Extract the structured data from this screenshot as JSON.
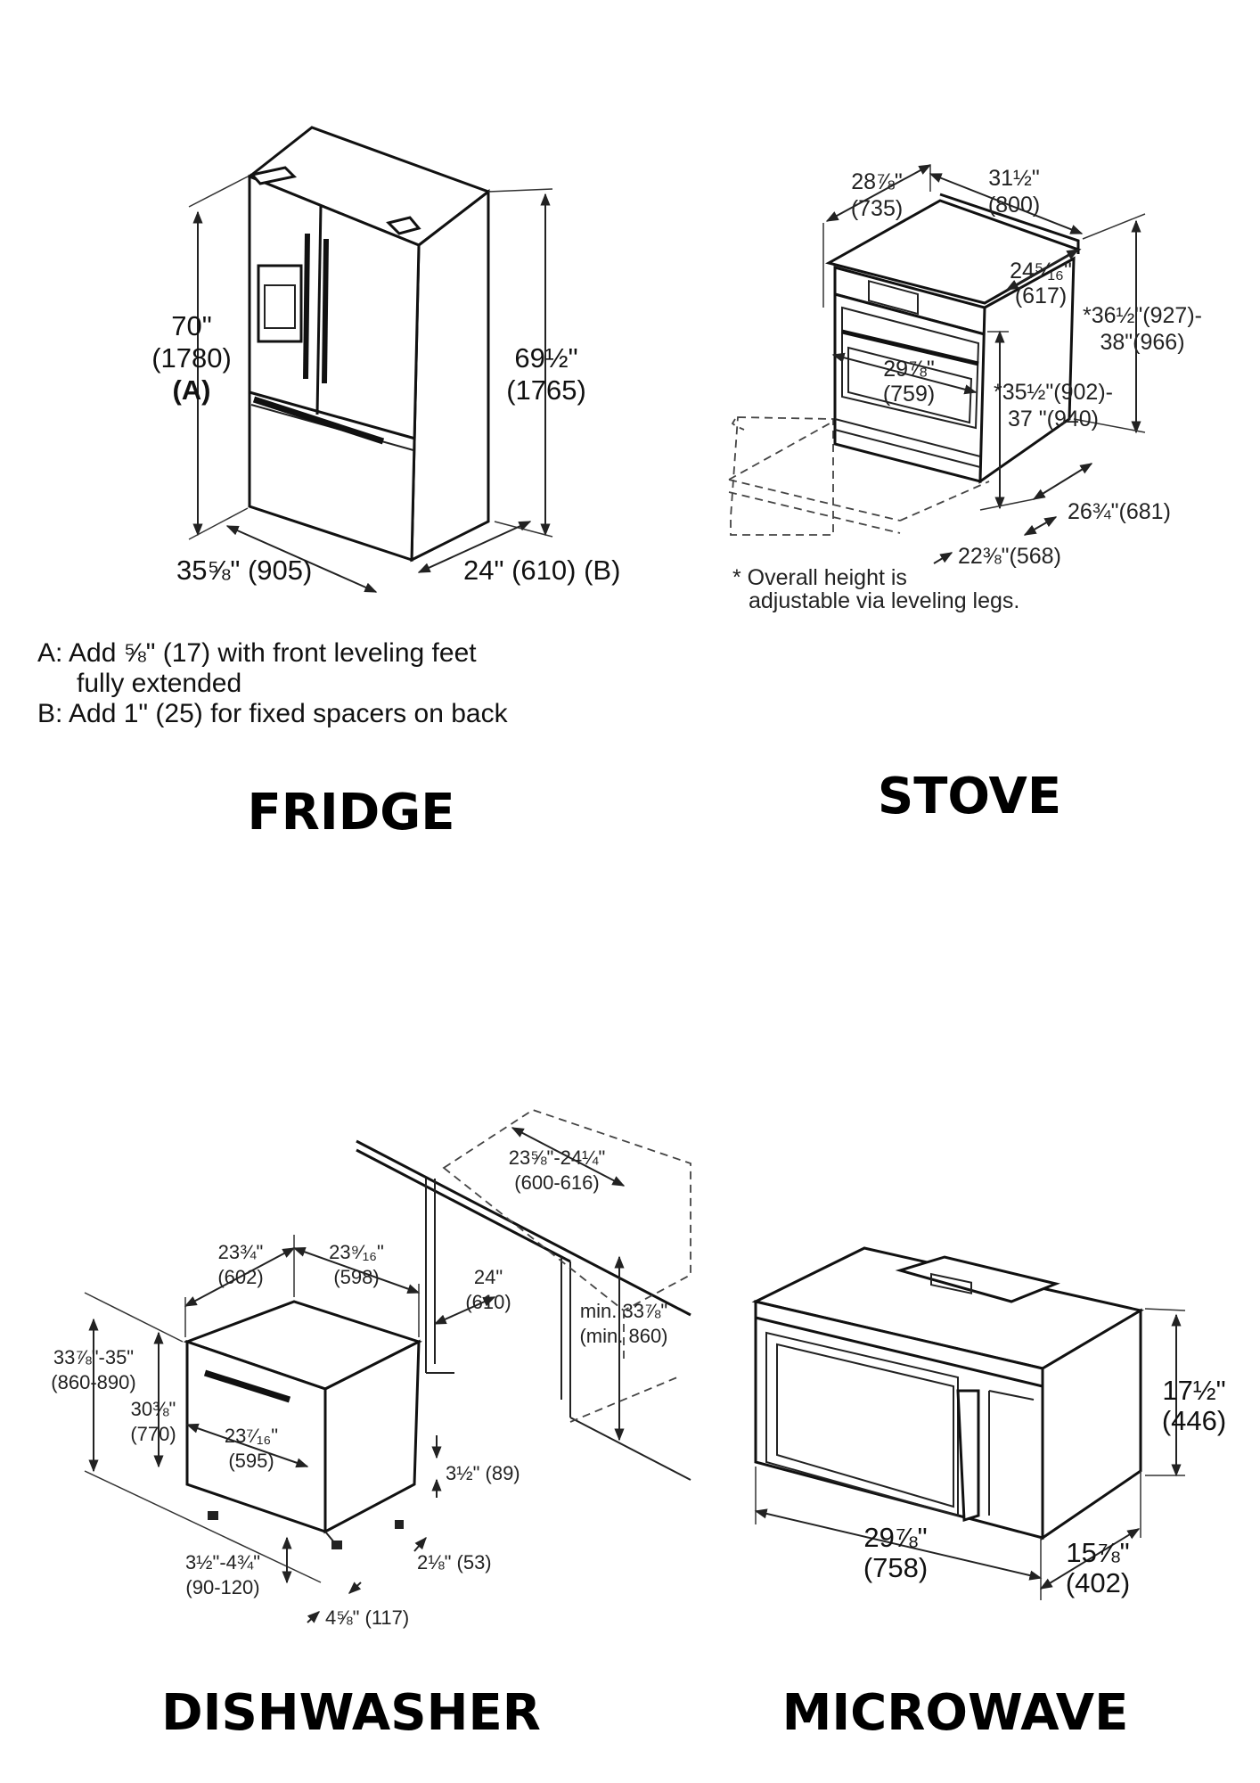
{
  "fridge": {
    "title": "FRIDGE",
    "height_left": [
      "70\"",
      "(1780)",
      "(A)"
    ],
    "height_right": [
      "69½\"",
      "(1765)"
    ],
    "width": "35⅝\" (905)",
    "depth": "24\" (610) (B)",
    "notes": [
      "A: Add ⅝\" (17) with front leveling feet",
      "fully extended",
      "B: Add 1\" (25) for fixed spacers on back"
    ]
  },
  "stove": {
    "title": "STOVE",
    "dims": {
      "d1": [
        "28⅞\"",
        "(735)"
      ],
      "d2": [
        "31½\"",
        "(800)"
      ],
      "d3": [
        "24⁵⁄₁₆\"",
        "(617)"
      ],
      "d4": [
        "*36½\"(927)-",
        "38\"(966)"
      ],
      "d5": [
        "29⅞\"",
        "(759)"
      ],
      "d6": [
        "*35½\"(902)-",
        "37 \"(940)"
      ],
      "d7": "26¾\"(681)",
      "d8": "22⅜\"(568)"
    },
    "note": [
      "* Overall height is",
      "adjustable via leveling legs."
    ]
  },
  "dishwasher": {
    "title": "DISHWASHER",
    "dims": {
      "d1": [
        "23⅝\"-24¼\"",
        "(600-616)"
      ],
      "d2": [
        "23¾\"",
        "(602)"
      ],
      "d3": [
        "23⁹⁄₁₆\"",
        "(598)"
      ],
      "d4": [
        "24\"",
        "(610)"
      ],
      "d5": [
        "min. 33⅞\"",
        "(min. 860)"
      ],
      "d6": [
        "33⅞\"-35\"",
        "(860-890)"
      ],
      "d7": [
        "30⅜\"",
        "(770)"
      ],
      "d8": [
        "23⁷⁄₁₆\"",
        "(595)"
      ],
      "d9": "3½\" (89)",
      "d10": "2⅛\" (53)",
      "d11": [
        "3½\"-4¾\"",
        "(90-120)"
      ],
      "d12": "4⅝\" (117)"
    }
  },
  "microwave": {
    "title": "MICROWAVE",
    "dims": {
      "height": [
        "17½\"",
        "(446)"
      ],
      "width": [
        "29⅞\"",
        "(758)"
      ],
      "depth": [
        "15⅞\"",
        "(402)"
      ]
    }
  }
}
